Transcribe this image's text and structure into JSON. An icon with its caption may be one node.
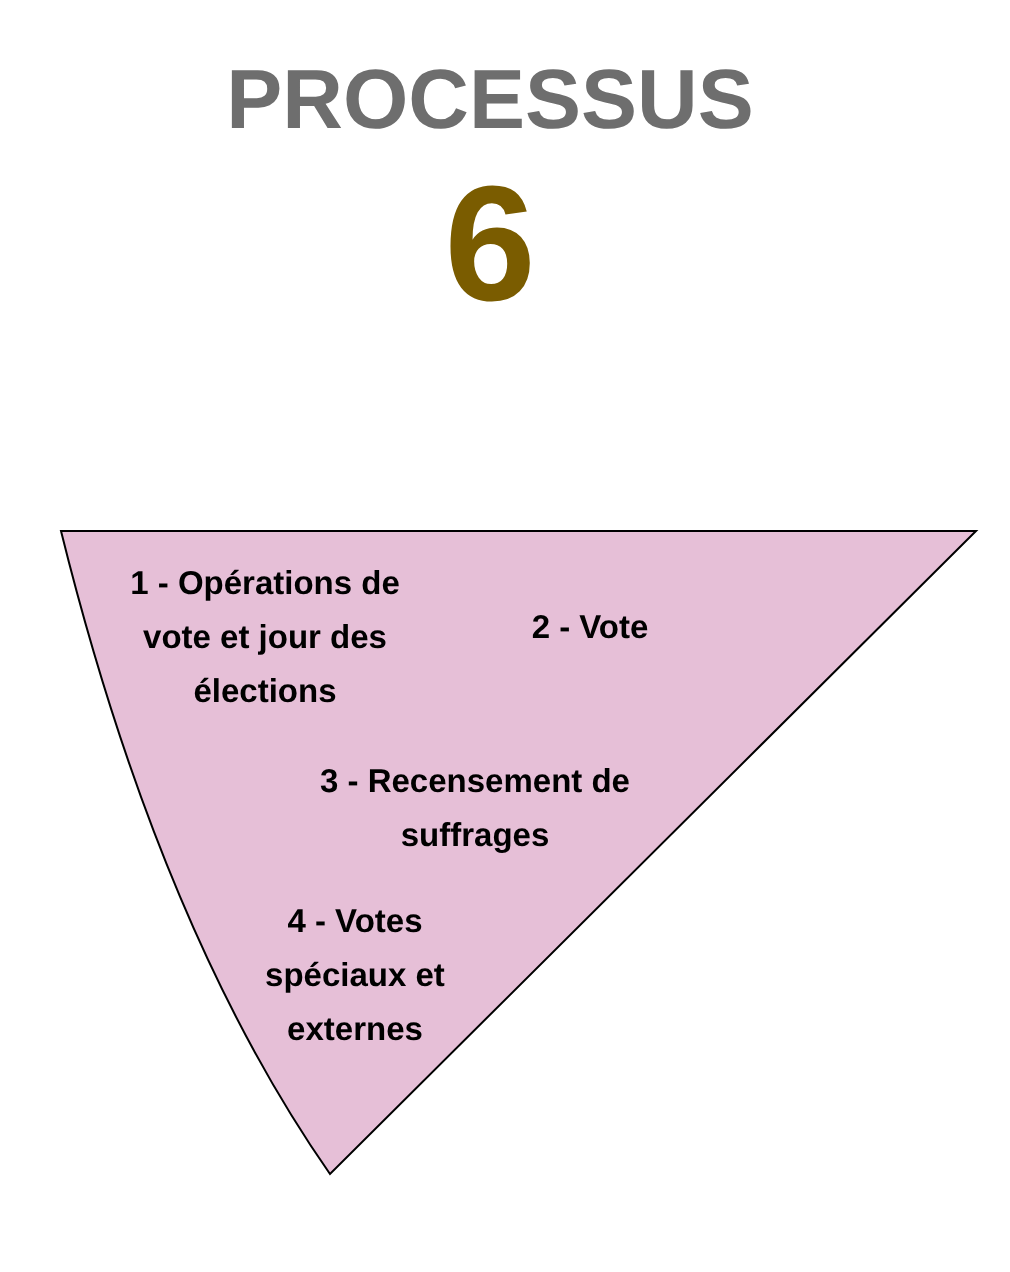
{
  "diagram": {
    "title": "PROCESSUS",
    "nodes": [
      {
        "text": [
          "1 - Opérations de vote et jour des élections",
          "2 - Vote",
          "3 - Recensement de suffrages",
          "4 - Votes spéciaux et externes"
        ]
      }
    ],
    "labels": [
      "6"
    ]
  }
}
